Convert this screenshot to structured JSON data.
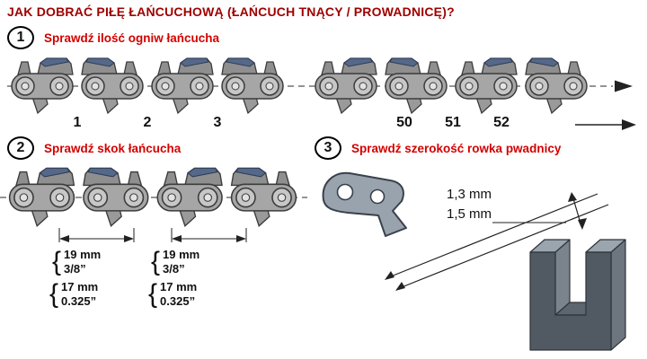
{
  "header": {
    "title": "JAK DOBRAĆ PIŁĘ ŁAŃCUCHOWĄ (ŁAŃCUCH TNĄCY / PROWADNICĘ)?"
  },
  "step1": {
    "badge": "1",
    "label": "Sprawdź ilość ogniw łańcucha",
    "left_numbers": [
      "1",
      "2",
      "3"
    ],
    "right_numbers": [
      "50",
      "51",
      "52"
    ]
  },
  "step2": {
    "badge": "2",
    "label": "Sprawdź skok łańcucha",
    "brace": "{",
    "pitch_labels": [
      {
        "mm": "19 mm",
        "inch": "3/8”"
      },
      {
        "mm": "19 mm",
        "inch": "3/8”"
      },
      {
        "mm": "17 mm",
        "inch": "0.325”"
      },
      {
        "mm": "17 mm",
        "inch": "0.325”"
      }
    ]
  },
  "step3": {
    "badge": "3",
    "label": "Sprawdź szerokość rowka pwadnicy",
    "groove_widths": [
      "1,3 mm",
      "1,5 mm"
    ]
  },
  "colors": {
    "title_red": "#a00000",
    "label_red": "#d40000",
    "chain_gray": "#a6a6a6",
    "cutter_blue": "#55688a",
    "steel_dark": "#515a62"
  }
}
